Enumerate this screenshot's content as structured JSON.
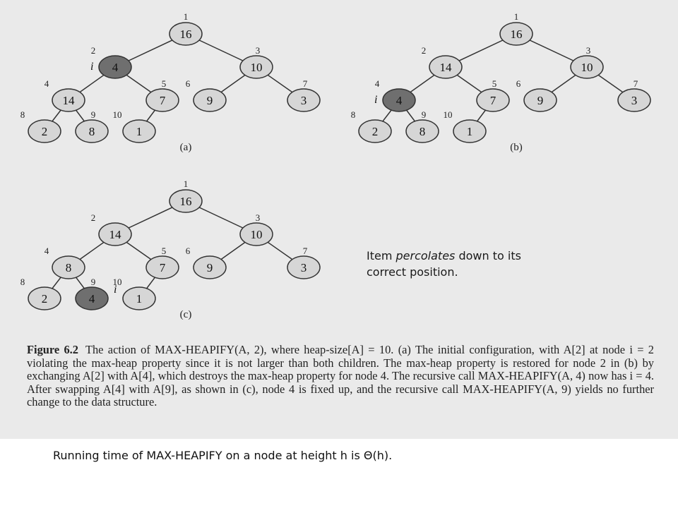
{
  "figure_caption": {
    "label": "Figure 6.2",
    "text": "The action of MAX-HEAPIFY(A, 2), where heap-size[A] = 10. (a) The initial configuration, with A[2] at node i = 2 violating the max-heap property since it is not larger than both children. The max-heap property is restored for node 2 in (b) by exchanging A[2] with A[4], which destroys the max-heap property for node 4. The recursive call MAX-HEAPIFY(A, 4) now has i = 4. After swapping A[4] with A[9], as shown in (c), node 4 is fixed up, and the recursive call MAX-HEAPIFY(A, 9) yields no further change to the data structure."
  },
  "note": {
    "before": "Item ",
    "emphasis": "percolates",
    "after": " down to its correct position."
  },
  "running_time": "Running time of MAX-HEAPIFY on a node at height h is Θ(h).",
  "pointer_label": "i",
  "colors": {
    "node_fill": "#d6d6d6",
    "highlight_fill": "#6f6f6f",
    "stroke": "#333333",
    "background": "#eaeaea"
  },
  "trees": [
    {
      "label": "(a)",
      "values": [
        16,
        4,
        10,
        14,
        7,
        9,
        3,
        2,
        8,
        1
      ],
      "highlight": 2
    },
    {
      "label": "(b)",
      "values": [
        16,
        14,
        10,
        4,
        7,
        9,
        3,
        2,
        8,
        1
      ],
      "highlight": 4
    },
    {
      "label": "(c)",
      "values": [
        16,
        14,
        10,
        8,
        7,
        9,
        3,
        2,
        4,
        1
      ],
      "highlight": 9
    }
  ]
}
